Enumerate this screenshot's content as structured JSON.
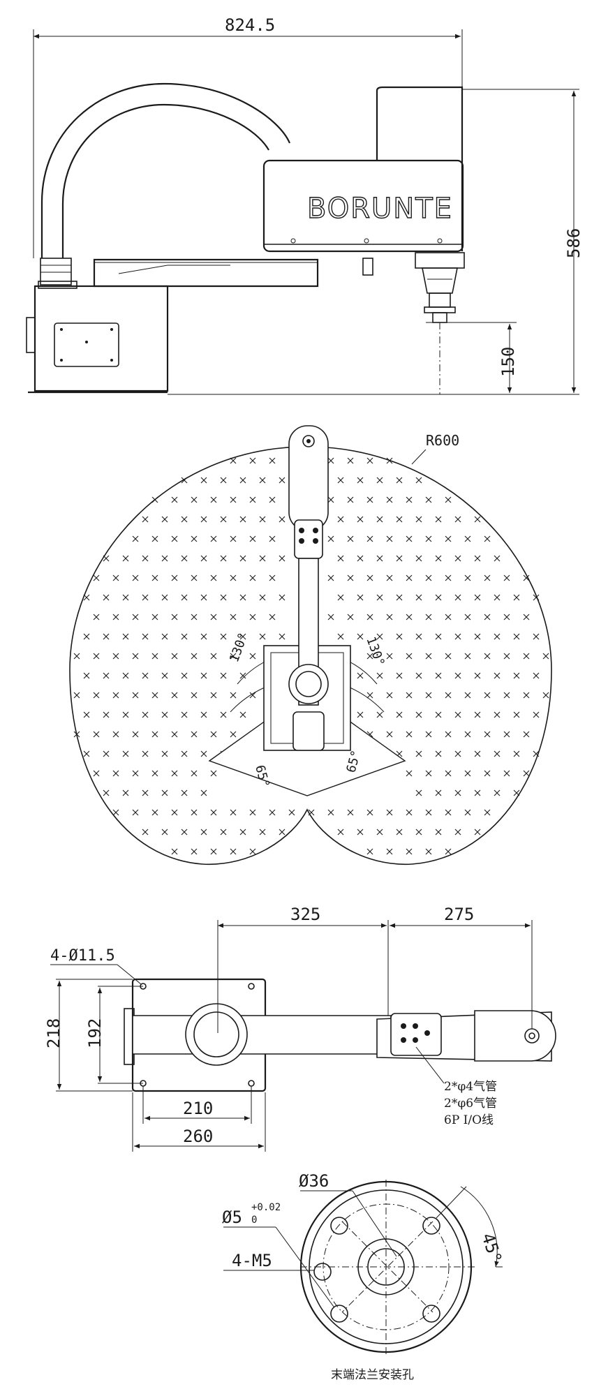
{
  "side_view": {
    "brand": "BORUNTE",
    "dim_total_width": "824.5",
    "dim_height": "586",
    "dim_stroke": "150"
  },
  "top_view": {
    "radius_label": "R600",
    "angle_left": "130°",
    "angle_right": "130°",
    "angle_small_left": "65°",
    "angle_small_right": "65°"
  },
  "plan_view": {
    "dim_arm1": "325",
    "dim_arm2": "275",
    "hole_label": "4-Ø11.5",
    "dim_218": "218",
    "dim_192": "192",
    "dim_210": "210",
    "dim_260": "260",
    "notes": [
      "2*φ4气管",
      "2*φ6气管",
      "6P I/O线"
    ]
  },
  "flange_view": {
    "dia_label": "Ø36",
    "pin_label": "Ø5",
    "pin_tol_upper": "+0.02",
    "pin_tol_lower": "0",
    "thread_label": "4-M5",
    "angle_label": "45°",
    "caption": "末端法兰安装孔"
  }
}
